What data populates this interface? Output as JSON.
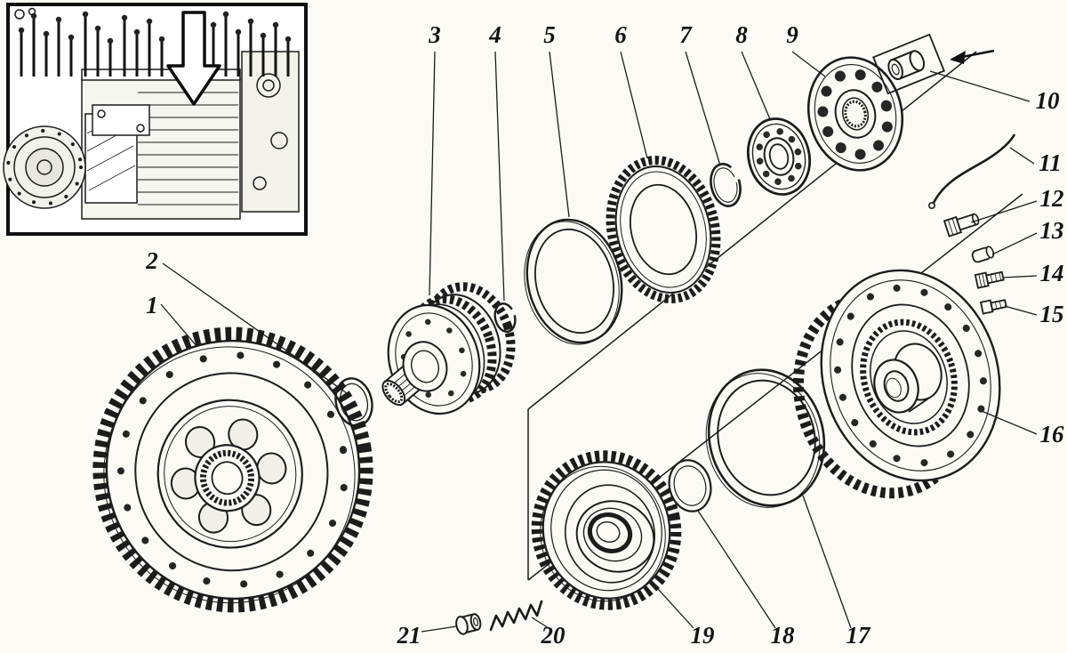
{
  "figure": {
    "type": "exploded-parts-diagram",
    "paper_color": "#fbfaf5",
    "ink_color": "#1c1c1c"
  },
  "inset": {
    "icon": "down-arrow-icon",
    "content": "engine-top-view"
  },
  "labels": [
    {
      "text": "1",
      "part": "bull-gear"
    },
    {
      "text": "2",
      "part": "seal-ring"
    },
    {
      "text": "3",
      "part": "clutch-hub-shaft"
    },
    {
      "text": "4",
      "part": "retaining-ring"
    },
    {
      "text": "5",
      "part": "plain-ring"
    },
    {
      "text": "6",
      "part": "toothed-disc"
    },
    {
      "text": "7",
      "part": "snap-ring"
    },
    {
      "text": "8",
      "part": "ball-bearing"
    },
    {
      "text": "9",
      "part": "bearing-flange"
    },
    {
      "text": "10",
      "part": "bushing-pack"
    },
    {
      "text": "11",
      "part": "pipe"
    },
    {
      "text": "12",
      "part": "union-bolt"
    },
    {
      "text": "13",
      "part": "plug"
    },
    {
      "text": "14",
      "part": "bolt"
    },
    {
      "text": "15",
      "part": "bolt"
    },
    {
      "text": "16",
      "part": "drive-drum"
    },
    {
      "text": "17",
      "part": "large-ring"
    },
    {
      "text": "18",
      "part": "small-ring"
    },
    {
      "text": "19",
      "part": "driven-gear"
    },
    {
      "text": "20",
      "part": "spring"
    },
    {
      "text": "21",
      "part": "plunger-bushing"
    }
  ]
}
